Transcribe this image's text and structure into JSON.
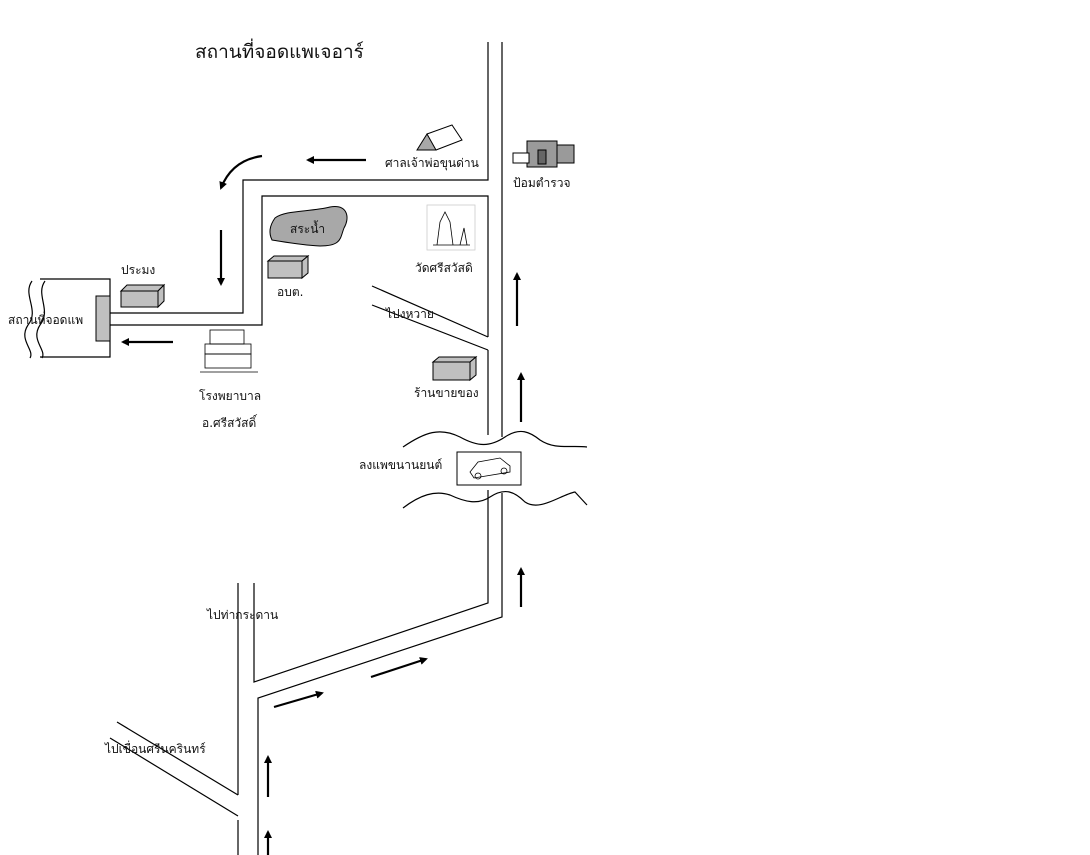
{
  "title": "สถานที่จอดแพเจอาร์",
  "labels": {
    "shrine": "ศาลเจ้าพ่อขุนด่าน",
    "police": "ป้อมตำรวจ",
    "pond": "สระน้ำ",
    "temple": "วัดศรีสวัสดิ",
    "fishery": "ประมง",
    "sao": "อบต.",
    "raft_parking": "สถานที่จอดแพ",
    "to_ngwai": "ไปงหวาย",
    "shop": "ร้านขายของ",
    "hospital_line1": "โรงพยาบาล",
    "hospital_line2": "อ.ศรีสวัสดิ์",
    "car_ferry": "ลงแพขนานยนต์",
    "to_tha_kradan": "ไปท่ากระดาน",
    "to_dam": "ไปเขื่อนศรีนครินทร์"
  },
  "colors": {
    "line": "#000000",
    "building": "#c0c0c0",
    "pond": "#a8a8a8"
  }
}
